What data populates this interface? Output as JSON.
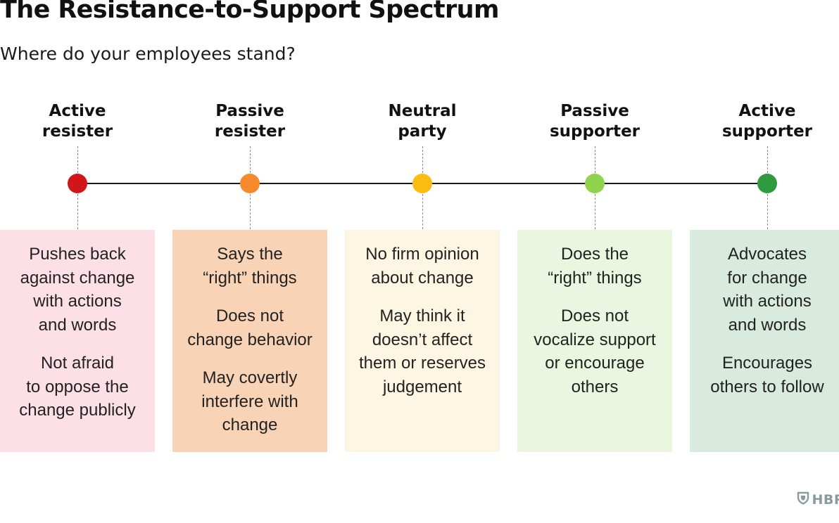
{
  "title": "The Resistance-to-Support Spectrum",
  "subtitle": "Where do your employees stand?",
  "logo": {
    "text": "HBR",
    "icon": "shield-icon",
    "color": "#8a9aa0"
  },
  "stages": [
    {
      "label_lines": [
        "Active",
        "resister"
      ],
      "dot_color": "#d0161b",
      "card_color": "#fde0e5",
      "paragraphs": [
        [
          "Pushes back",
          "against change",
          "with actions",
          "and words"
        ],
        [
          "Not afraid",
          "to oppose the",
          "change publicly"
        ]
      ]
    },
    {
      "label_lines": [
        "Passive",
        "resister"
      ],
      "dot_color": "#f58a2c",
      "card_color": "#f8d3b5",
      "paragraphs": [
        [
          "Says the",
          "“right” things"
        ],
        [
          "Does not",
          "change behavior"
        ],
        [
          "May covertly",
          "interfere with",
          "change"
        ]
      ]
    },
    {
      "label_lines": [
        "Neutral",
        "party"
      ],
      "dot_color": "#fbbc13",
      "card_color": "#fdf6e2",
      "paragraphs": [
        [
          "No firm opinion",
          "about change"
        ],
        [
          "May think it",
          "doesn’t affect",
          "them or reserves",
          "judgement"
        ]
      ]
    },
    {
      "label_lines": [
        "Passive",
        "supporter"
      ],
      "dot_color": "#8fd44c",
      "card_color": "#eaf6e0",
      "paragraphs": [
        [
          "Does the",
          "“right” things"
        ],
        [
          "Does not",
          "vocalize support",
          "or encourage",
          "others"
        ]
      ]
    },
    {
      "label_lines": [
        "Active",
        "supporter"
      ],
      "dot_color": "#2e9b3f",
      "card_color": "#d9ebdf",
      "paragraphs": [
        [
          "Advocates",
          "for change",
          "with actions",
          "and words"
        ],
        [
          "Encourages",
          "others to follow"
        ]
      ]
    }
  ]
}
